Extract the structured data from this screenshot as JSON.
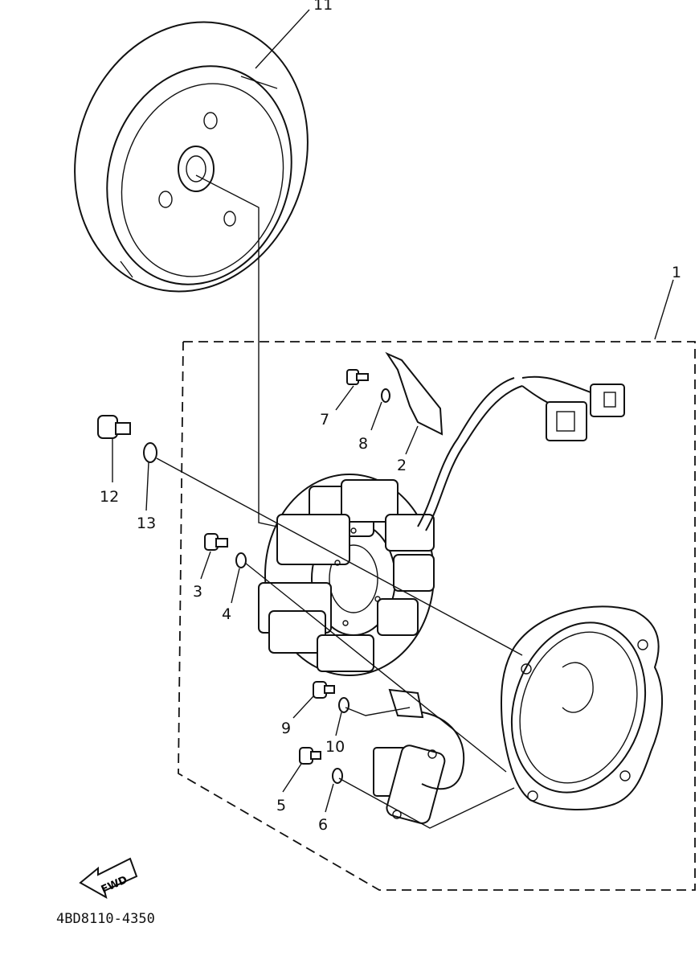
{
  "callouts": {
    "p1": "1",
    "p2": "2",
    "p3": "3",
    "p4": "4",
    "p5": "5",
    "p6": "6",
    "p7": "7",
    "p8": "8",
    "p9": "9",
    "p10": "10",
    "p11": "11",
    "p12": "12",
    "p13": "13"
  },
  "fwd_label": "FWD",
  "drawing_code": "4BD8110-4350"
}
